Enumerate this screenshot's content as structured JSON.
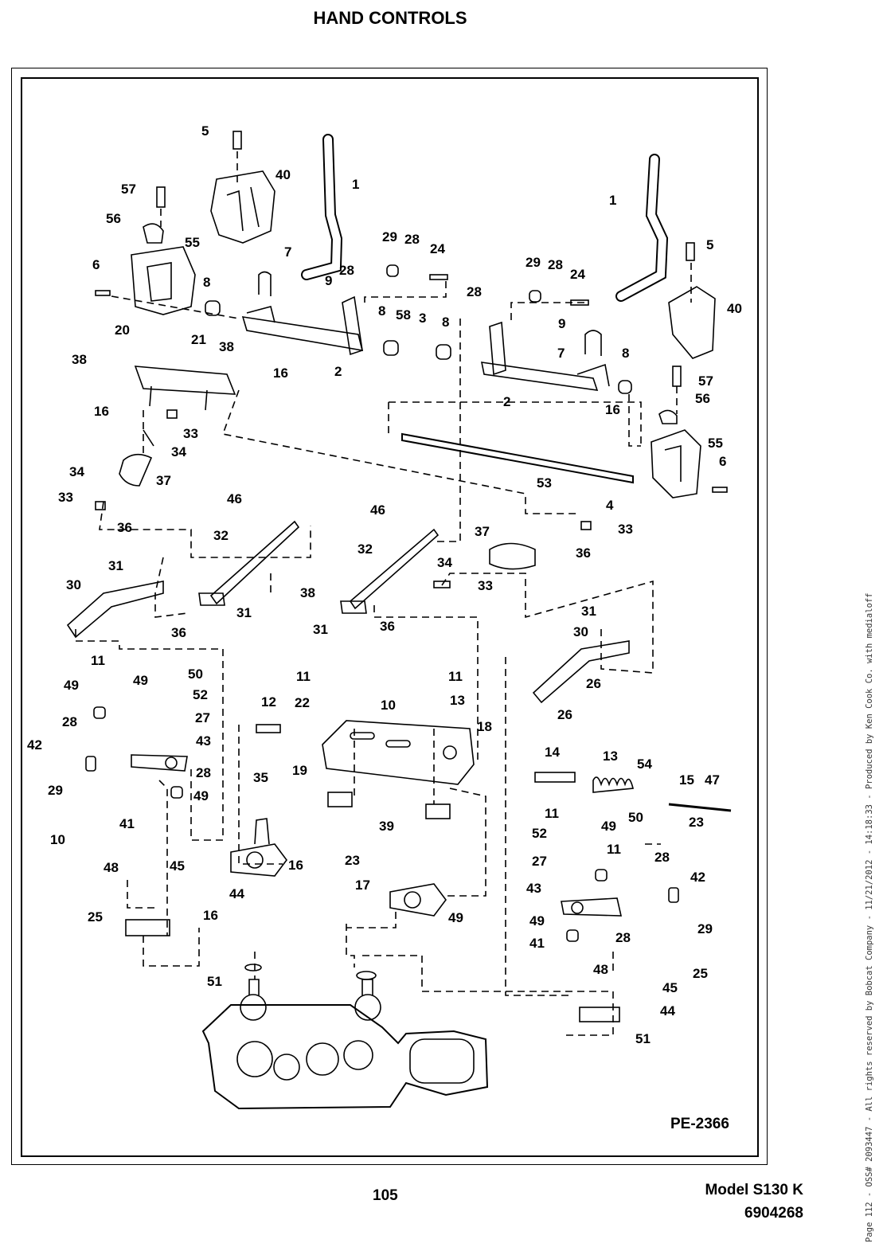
{
  "page_title": "HAND CONTROLS",
  "diagram_code": "PE-2366",
  "page_number": "105",
  "model": "Model S130 K",
  "part_number": "6904268",
  "side_note": "Page 112 - OSS# 2093447 - All rights reserved by Bobcat Company - 11/21/2012 - 14:18:33 - Produced by Ken Cook Co. with medialoff",
  "callouts": [
    "5",
    "57",
    "40",
    "1",
    "56",
    "55",
    "6",
    "8",
    "7",
    "9",
    "28",
    "29",
    "28",
    "24",
    "20",
    "38",
    "21",
    "38",
    "16",
    "16",
    "2",
    "8",
    "58",
    "3",
    "8",
    "28",
    "29",
    "28",
    "24",
    "9",
    "7",
    "2",
    "8",
    "16",
    "1",
    "5",
    "40",
    "57",
    "56",
    "55",
    "6",
    "4",
    "53",
    "33",
    "33",
    "34",
    "37",
    "34",
    "33",
    "46",
    "32",
    "38",
    "36",
    "31",
    "30",
    "36",
    "31",
    "46",
    "32",
    "37",
    "34",
    "33",
    "36",
    "31",
    "36",
    "31",
    "30",
    "26",
    "26",
    "49",
    "11",
    "49",
    "50",
    "52",
    "28",
    "27",
    "43",
    "42",
    "29",
    "28",
    "49",
    "41",
    "10",
    "11",
    "22",
    "12",
    "10",
    "11",
    "13",
    "18",
    "19",
    "39",
    "14",
    "13",
    "54",
    "15",
    "47",
    "23",
    "35",
    "16",
    "45",
    "48",
    "44",
    "25",
    "16",
    "23",
    "17",
    "49",
    "11",
    "49",
    "50",
    "52",
    "11",
    "28",
    "27",
    "43",
    "42",
    "29",
    "49",
    "28",
    "41",
    "25",
    "48",
    "45",
    "44",
    "51",
    "51"
  ]
}
